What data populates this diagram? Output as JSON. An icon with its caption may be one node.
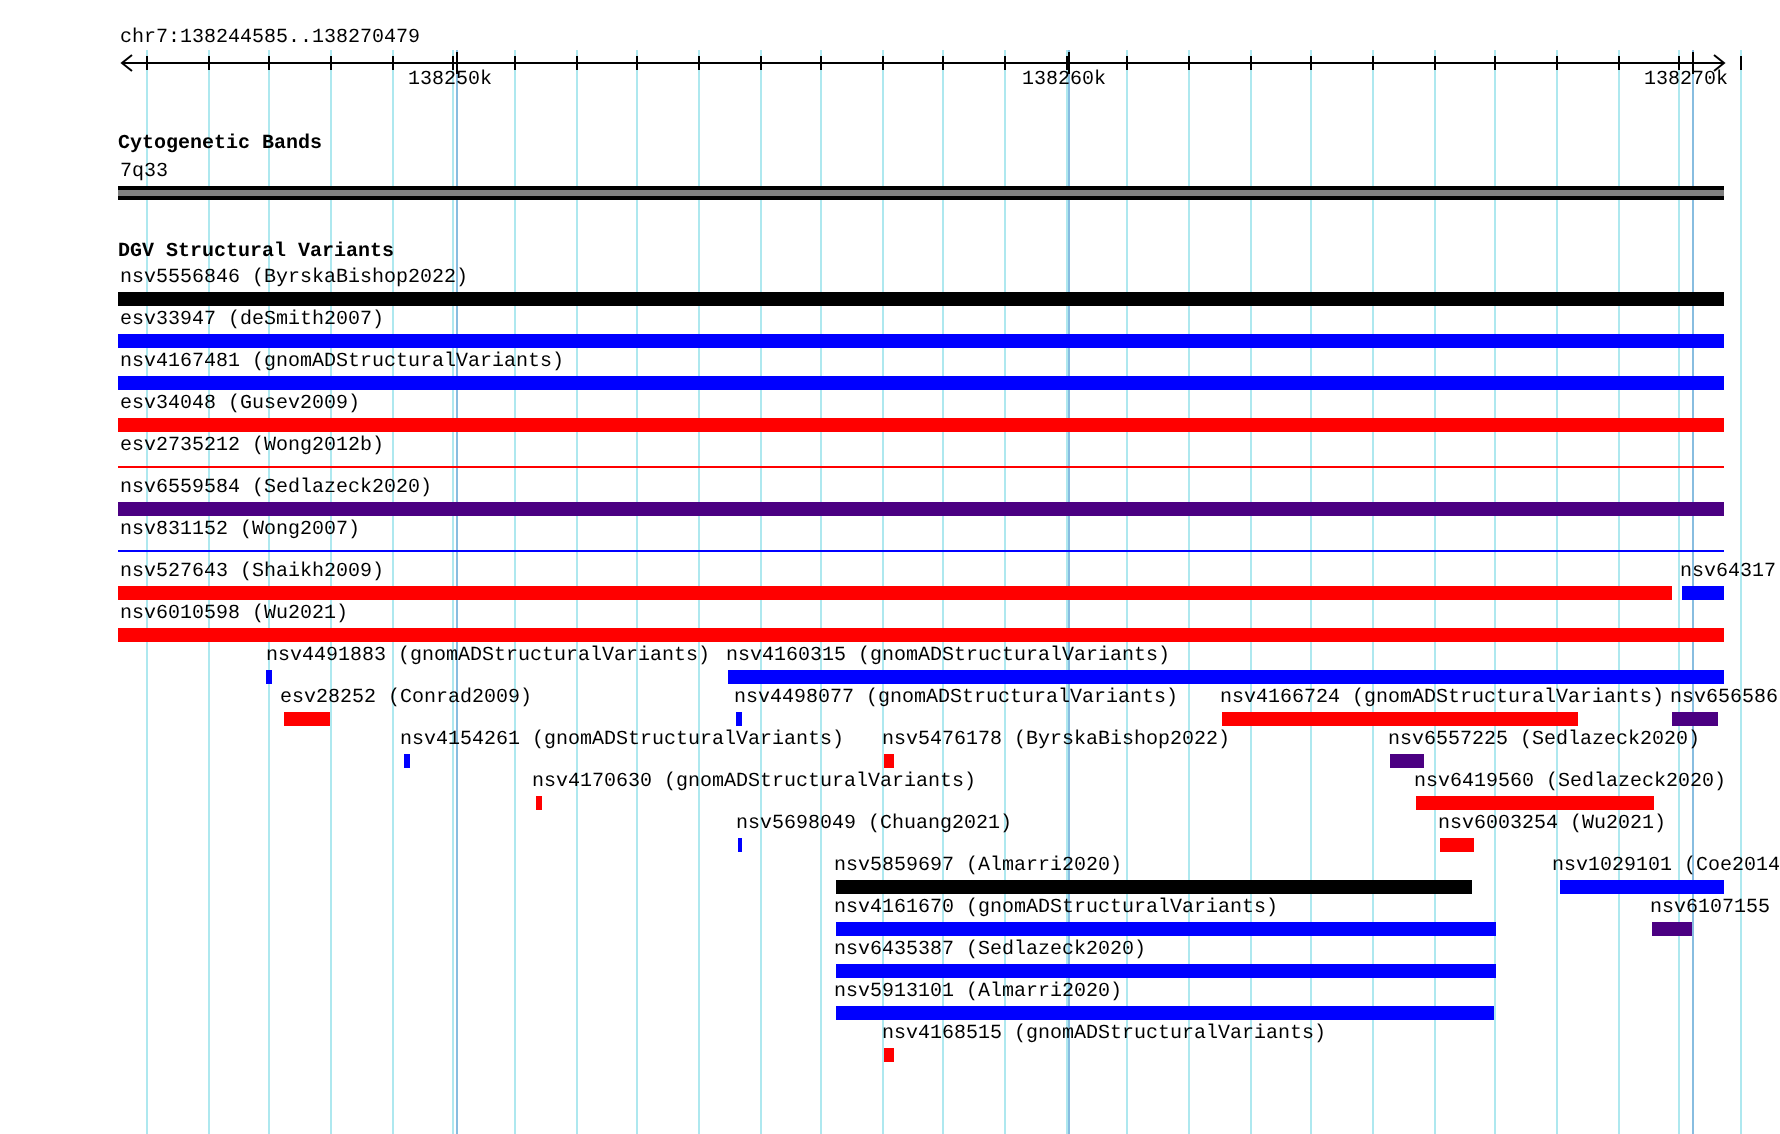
{
  "diagram": {
    "nodes": [
      {
        "text": [
          "7q33"
        ]
      },
      {
        "text": [
          "nsv5556846 (ByrskaBishop2022)"
        ]
      },
      {
        "text": [
          "esv33947 (deSmith2007)"
        ]
      },
      {
        "text": [
          "nsv4167481 (gnomADStructuralVariants)"
        ]
      },
      {
        "text": [
          "esv34048 (Gusev2009)"
        ]
      },
      {
        "text": [
          "esv2735212 (Wong2012b)"
        ]
      },
      {
        "text": [
          "nsv6559584 (Sedlazeck2020)"
        ]
      },
      {
        "text": [
          "nsv831152 (Wong2007)"
        ]
      },
      {
        "text": [
          "nsv527643 (Shaikh2009)"
        ]
      },
      {
        "text": [
          "nsv64317"
        ]
      },
      {
        "text": [
          "nsv6010598 (Wu2021)"
        ]
      },
      {
        "text": [
          "nsv4491883 (gnomADStructuralVariants)"
        ]
      },
      {
        "text": [
          "nsv4160315 (gnomADStructuralVariants)"
        ]
      },
      {
        "text": [
          "esv28252 (Conrad2009)"
        ]
      },
      {
        "text": [
          "nsv4498077 (gnomADStructuralVariants)"
        ]
      },
      {
        "text": [
          "nsv4166724 (gnomADStructuralVariants)"
        ]
      },
      {
        "text": [
          "nsv656586"
        ]
      },
      {
        "text": [
          "nsv4154261 (gnomADStructuralVariants)"
        ]
      },
      {
        "text": [
          "nsv5476178 (ByrskaBishop2022)"
        ]
      },
      {
        "text": [
          "nsv6557225 (Sedlazeck2020)"
        ]
      },
      {
        "text": [
          "nsv4170630 (gnomADStructuralVariants)"
        ]
      },
      {
        "text": [
          "nsv6419560 (Sedlazeck2020)"
        ]
      },
      {
        "text": [
          "nsv5698049 (Chuang2021)"
        ]
      },
      {
        "text": [
          "nsv6003254 (Wu2021)"
        ]
      },
      {
        "text": [
          "nsv5859697 (Almarri2020)"
        ]
      },
      {
        "text": [
          "nsv1029101 (Coe2014"
        ]
      },
      {
        "text": [
          "nsv4161670 (gnomADStructuralVariants)"
        ]
      },
      {
        "text": [
          "nsv6107155"
        ]
      },
      {
        "text": [
          "nsv6435387 (Sedlazeck2020)"
        ]
      },
      {
        "text": [
          "nsv5913101 (Almarri2020)"
        ]
      },
      {
        "text": [
          "nsv4168515 (gnomADStructuralVariants)"
        ]
      }
    ],
    "labels": [
      "chr7:138244585..138270479",
      "138250k",
      "138260k",
      "138270k",
      "Cytogenetic Bands",
      "DGV Structural Variants"
    ]
  }
}
